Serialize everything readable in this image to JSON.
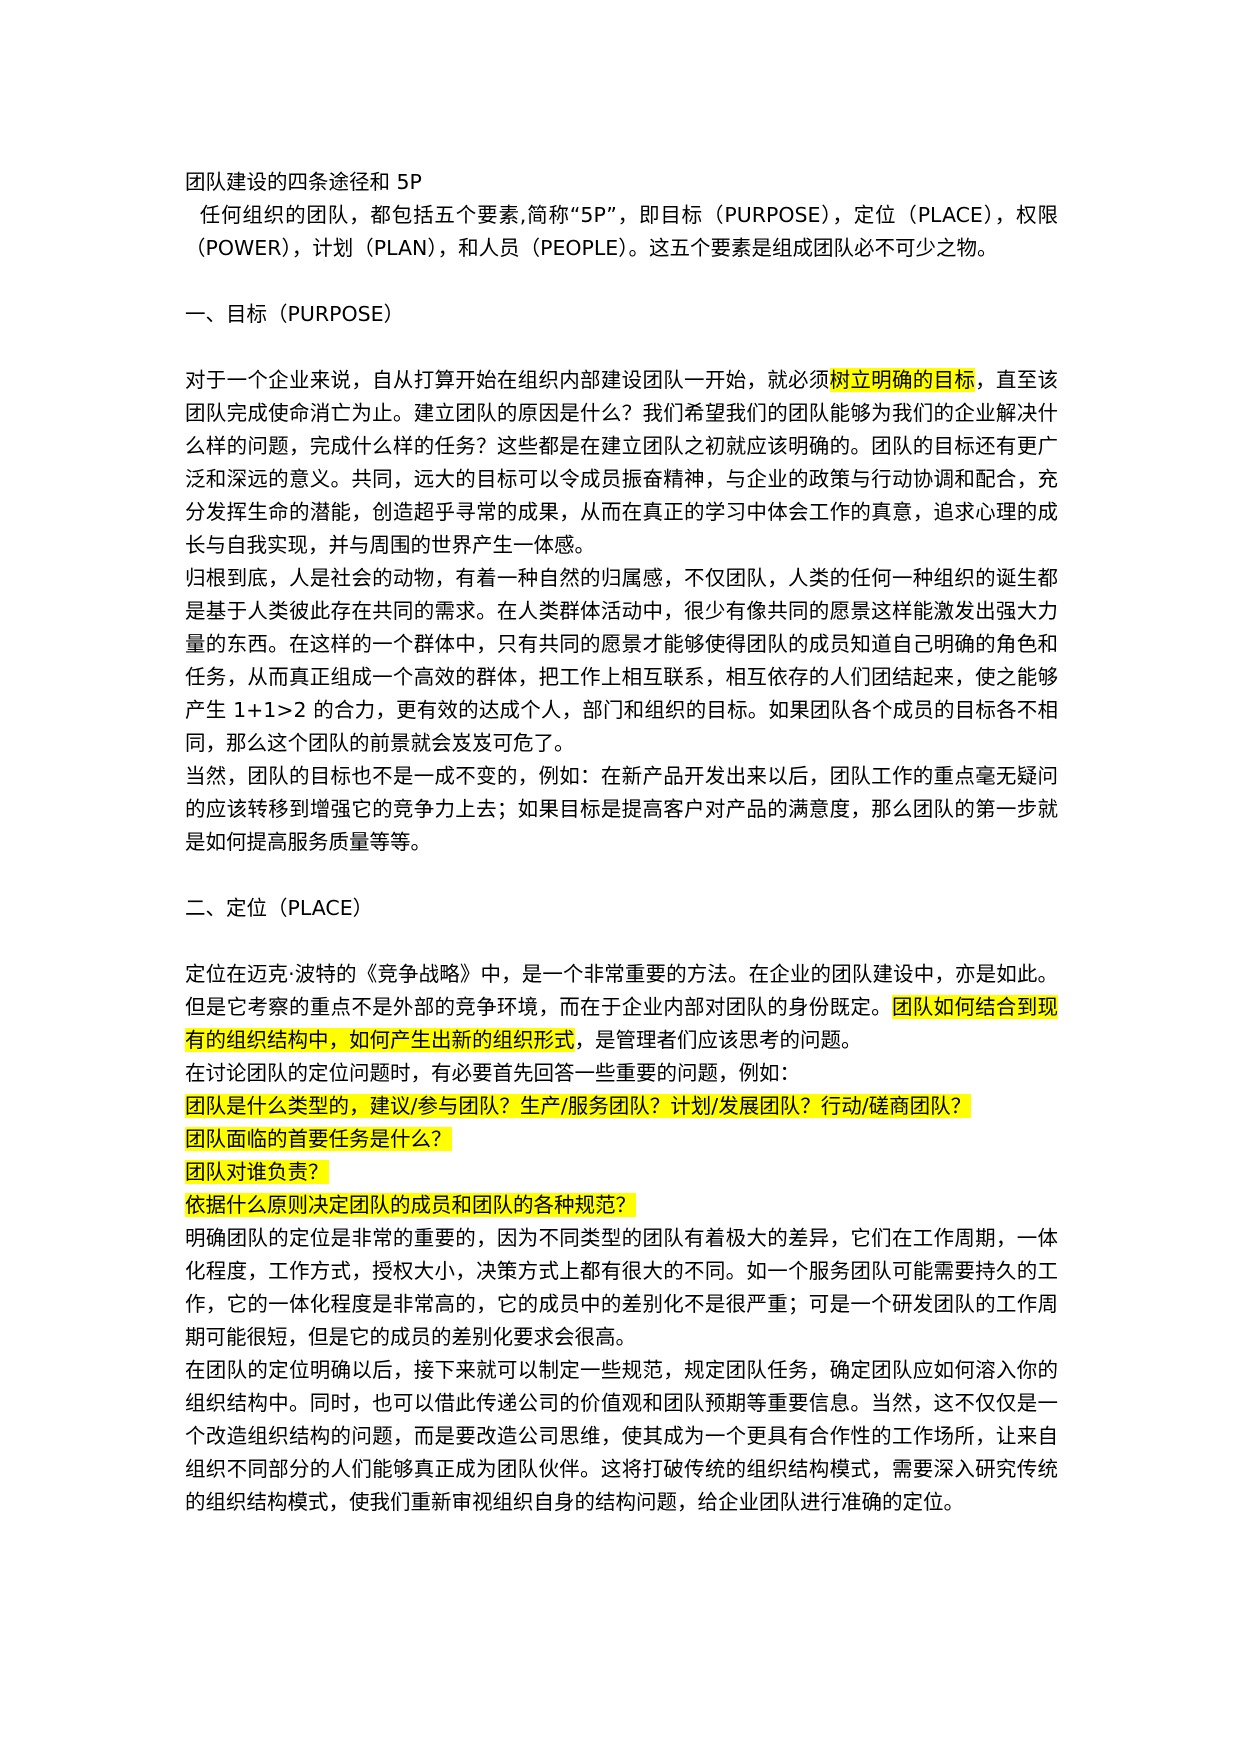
{
  "doc": {
    "title": "团队建设的四条途径和 5P",
    "intro": "  任何组织的团队，都包括五个要素,简称“5P”，即目标（PURPOSE），定位（PLACE），权限（POWER），计划（PLAN），和人员（PEOPLE）。这五个要素是组成团队必不可少之物。",
    "section1": {
      "heading": "一、目标（PURPOSE）",
      "p1_before": "对于一个企业来说，自从打算开始在组织内部建设团队一开始，就必须",
      "p1_highlight": "树立明确的目标",
      "p1_after": "，直至该团队完成使命消亡为止。建立团队的原因是什么？我们希望我们的团队能够为我们的企业解决什么样的问题，完成什么样的任务？这些都是在建立团队之初就应该明确的。团队的目标还有更广泛和深远的意义。共同，远大的目标可以令成员振奋精神，与企业的政策与行动协调和配合，充分发挥生命的潜能，创造超乎寻常的成果，从而在真正的学习中体会工作的真意，追求心理的成长与自我实现，并与周围的世界产生一体感。",
      "p2": "归根到底，人是社会的动物，有着一种自然的归属感，不仅团队，人类的任何一种组织的诞生都是基于人类彼此存在共同的需求。在人类群体活动中，很少有像共同的愿景这样能激发出强大力量的东西。在这样的一个群体中，只有共同的愿景才能够使得团队的成员知道自己明确的角色和任务，从而真正组成一个高效的群体，把工作上相互联系，相互依存的人们团结起来，使之能够产生 1+1>2 的合力，更有效的达成个人，部门和组织的目标。如果团队各个成员的目标各不相同，那么这个团队的前景就会岌岌可危了。",
      "p3": "当然，团队的目标也不是一成不变的，例如：在新产品开发出来以后，团队工作的重点毫无疑问的应该转移到增强它的竞争力上去；如果目标是提高客户对产品的满意度，那么团队的第一步就是如何提高服务质量等等。"
    },
    "section2": {
      "heading": "二、定位（PLACE）",
      "p1_before": "定位在迈克·波特的《竞争战略》中，是一个非常重要的方法。在企业的团队建设中，亦是如此。但是它考察的重点不是外部的竞争环境，而在于企业内部对团队的身份既定。",
      "p1_highlight": "团队如何结合到现有的组织结构中，如何产生出新的组织形式",
      "p1_after": "，是管理者们应该思考的问题。",
      "p2": "在讨论团队的定位问题时，有必要首先回答一些重要的问题，例如：",
      "q1": "团队是什么类型的，建议/参与团队？生产/服务团队？计划/发展团队？行动/磋商团队？",
      "q2": "团队面临的首要任务是什么？",
      "q3": "团队对谁负责？",
      "q4": "依据什么原则决定团队的成员和团队的各种规范？",
      "p3": "明确团队的定位是非常的重要的，因为不同类型的团队有着极大的差异，它们在工作周期，一体化程度，工作方式，授权大小，决策方式上都有很大的不同。如一个服务团队可能需要持久的工作，它的一体化程度是非常高的，它的成员中的差别化不是很严重；可是一个研发团队的工作周期可能很短，但是它的成员的差别化要求会很高。",
      "p4": "在团队的定位明确以后，接下来就可以制定一些规范，规定团队任务，确定团队应如何溶入你的组织结构中。同时，也可以借此传递公司的价值观和团队预期等重要信息。当然，这不仅仅是一个改造组织结构的问题，而是要改造公司思维，使其成为一个更具有合作性的工作场所，让来自组织不同部分的人们能够真正成为团队伙伴。这将打破传统的组织结构模式，需要深入研究传统的组织结构模式，使我们重新审视组织自身的结构问题，给企业团队进行准确的定位。"
    }
  },
  "colors": {
    "highlight": "#ffff00",
    "text": "#000000"
  }
}
